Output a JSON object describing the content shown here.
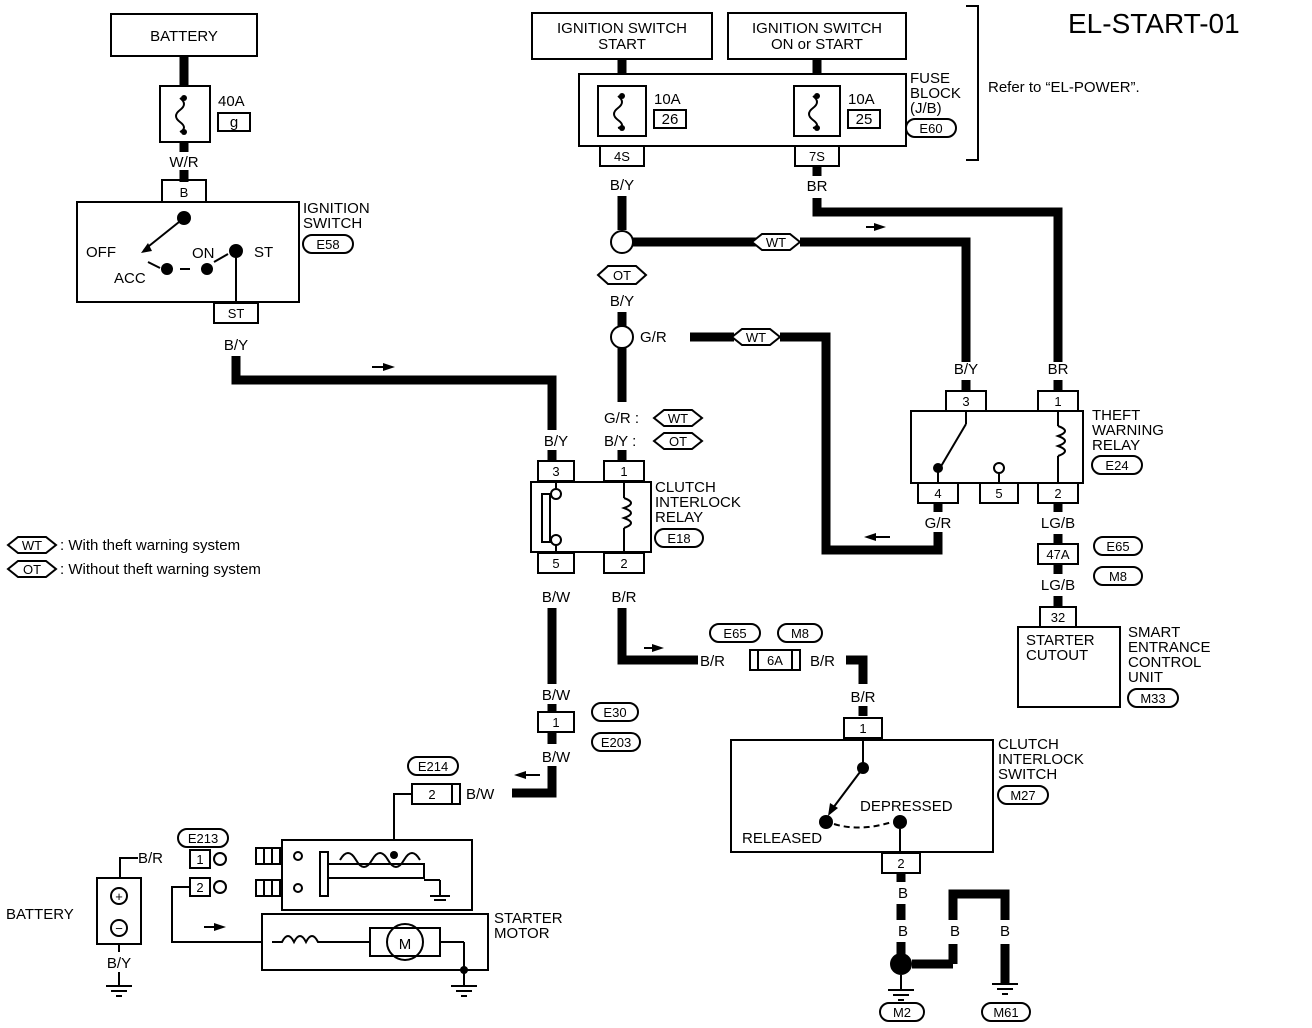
{
  "title": "EL-START-01",
  "refer": "Refer to “EL-POWER”.",
  "legend": {
    "wt_tag": "WT",
    "wt_text": ": With theft warning system",
    "ot_tag": "OT",
    "ot_text": ": Without theft warning system"
  },
  "battery_top": "BATTERY",
  "fuse_40": {
    "amp": "40A",
    "id": "g"
  },
  "wire_wr": "W/R",
  "ign_switch": {
    "title1": "IGNITION",
    "title2": "SWITCH",
    "conn": "E58",
    "pin_b": "B",
    "pin_st": "ST",
    "off": "OFF",
    "acc": "ACC",
    "on": "ON",
    "st": "ST"
  },
  "wire_by_1": "B/Y",
  "ign_start": {
    "l1": "IGNITION SWITCH",
    "l2": "START"
  },
  "ign_on": {
    "l1": "IGNITION SWITCH",
    "l2": "ON or START"
  },
  "fuse_block": {
    "l1": "FUSE",
    "l2": "BLOCK",
    "l3": "(J/B)",
    "conn": "E60",
    "f1_amp": "10A",
    "f1_id": "26",
    "f2_amp": "10A",
    "f2_id": "25",
    "pin_4s": "4S",
    "pin_7s": "7S"
  },
  "wire_by_2": "B/Y",
  "wire_br_1": "BR",
  "tag_wt": "WT",
  "tag_ot": "OT",
  "wire_by_3": "B/Y",
  "wire_gr_1": "G/R",
  "tag_wt2": "WT",
  "wire_gr_wt": "G/R :",
  "wire_by_ot": "B/Y :",
  "wire_by_4": "B/Y",
  "clutch_relay": {
    "l1": "CLUTCH",
    "l2": "INTERLOCK",
    "l3": "RELAY",
    "conn": "E18",
    "p3": "3",
    "p1": "1",
    "p5": "5",
    "p2": "2"
  },
  "wire_bw_1": "B/W",
  "wire_br_2": "B/R",
  "theft_relay": {
    "l1": "THEFT",
    "l2": "WARNING",
    "l3": "RELAY",
    "conn": "E24",
    "p3": "3",
    "p1": "1",
    "p4": "4",
    "p5": "5",
    "p2": "2"
  },
  "wire_by_5": "B/Y",
  "wire_br_3": "BR",
  "wire_gr_2": "G/R",
  "wire_lgb_1": "LG/B",
  "wire_lgb_2": "LG/B",
  "conn_47a": "47A",
  "conn_e65": "E65",
  "conn_m8": "M8",
  "smart": {
    "pin": "32",
    "inner1": "STARTER",
    "inner2": "CUTOUT",
    "l1": "SMART",
    "l2": "ENTRANCE",
    "l3": "CONTROL",
    "l4": "UNIT",
    "conn": "M33"
  },
  "mid_conn": {
    "e65": "E65",
    "m8": "M8",
    "pin": "6A",
    "wire_left": "B/R",
    "wire_right": "B/R",
    "wire_down": "B/R"
  },
  "e30": {
    "pin": "1",
    "c1": "E30",
    "c2": "E203",
    "w_top": "B/W",
    "w_bot": "B/W"
  },
  "starter_conn": {
    "conn": "E214",
    "pin": "2",
    "wire": "B/W"
  },
  "clutch_switch": {
    "l1": "CLUTCH",
    "l2": "INTERLOCK",
    "l3": "SWITCH",
    "conn": "M27",
    "p1": "1",
    "p2": "2",
    "depressed": "DEPRESSED",
    "released": "RELEASED"
  },
  "grounds": {
    "b1": "B",
    "b2": "B",
    "b3": "B",
    "b4": "B",
    "m2": "M2",
    "m61": "M61"
  },
  "battery_bot": {
    "label": "BATTERY",
    "conn": "E213",
    "wire_br": "B/R",
    "p1": "1",
    "p2": "2",
    "wire_by": "B/Y",
    "plus": "+",
    "minus": "−"
  },
  "starter": {
    "l1": "STARTER",
    "l2": "MOTOR",
    "m": "M"
  }
}
